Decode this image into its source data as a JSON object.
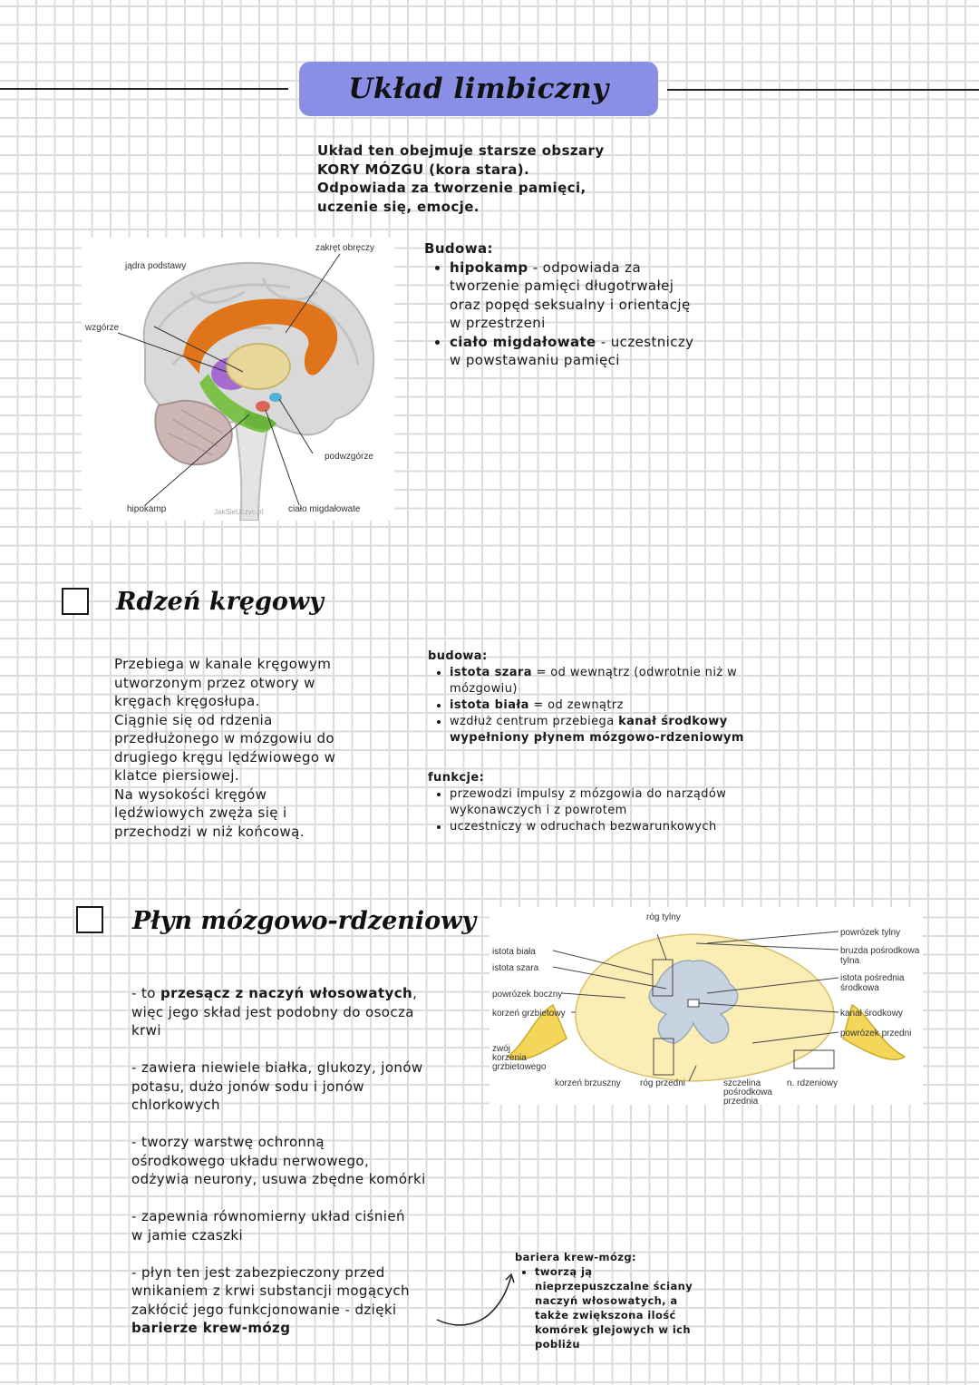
{
  "limbic": {
    "title": "Układ limbiczny",
    "intro_lines": [
      "Układ ten obejmuje starsze obszary",
      "KORY MÓZGU (kora stara).",
      "Odpowiada za tworzenie pamięci,",
      "uczenie się, emocje."
    ],
    "structure_heading": "Budowa:",
    "items": [
      {
        "term": "hipokamp",
        "rest_lines": [
          " - odpowiada za",
          "tworzenie pamięci długotrwałej",
          "oraz popęd seksualny i orientację",
          "w przestrzeni"
        ]
      },
      {
        "term": "ciało migdałowate",
        "rest_lines": [
          " - uczestniczy",
          "w powstawaniu pamięci"
        ]
      }
    ],
    "figure_labels": {
      "jadra": "jądra podstawy",
      "zakret": "zakręt obręczy",
      "wzgorze": "wzgórze",
      "podwzgorze": "podwzgórze",
      "hipokamp": "hipokamp",
      "cialo": "ciało migdałowate",
      "watermark": "JakSieUczyc.pl"
    }
  },
  "spinal": {
    "title": "Rdzeń kręgowy",
    "description_lines": [
      "Przebiega w kanale kręgowym",
      "utworzonym przez otwory w",
      "kręgach kręgosłupa.",
      "Ciągnie się od rdzenia",
      "przedłużonego w mózgowiu do",
      "drugiego kręgu lędźwiowego w",
      "klatce piersiowej.",
      "Na wysokości kręgów",
      "lędźwiowych zwęża się i",
      "przechodzi w niż końcową."
    ],
    "structure_heading": "budowa:",
    "structure_items": [
      {
        "bold": "istota szara",
        "lines": [
          " = od wewnątrz (odwrotnie niż w",
          "mózgowiu)"
        ]
      },
      {
        "bold": "istota biała",
        "lines": [
          " = od zewnątrz"
        ]
      },
      {
        "prefix": "wzdłuż centrum przebiega ",
        "bold_lines": [
          "kanał środkowy",
          "wypełniony płynem mózgowo-rdzeniowym"
        ]
      }
    ],
    "functions_heading": "funkcje:",
    "function_items": [
      [
        "przewodzi impulsy z mózgowia do narządów",
        "wykonawczych i z powrotem"
      ],
      [
        "uczestniczy w odruchach bezwarunkowych"
      ]
    ]
  },
  "csf": {
    "title": "Płyn mózgowo-rdzeniowy",
    "point1": {
      "pre": " - to ",
      "bold": "przesącz z naczyń włosowatych",
      "post": ",",
      "lines": [
        "więc jego skład jest podobny do osocza",
        "krwi"
      ]
    },
    "point2_lines": [
      " - zawiera niewiele białka, glukozy, jonów",
      "potasu, dużo jonów sodu i jonów",
      "chlorkowych"
    ],
    "point3_lines": [
      " - tworzy warstwę ochronną",
      "ośrodkowego układu nerwowego,",
      "odżywia neurony, usuwa zbędne komórki"
    ],
    "point4_lines": [
      " - zapewnia równomierny układ ciśnień",
      "w jamie czaszki"
    ],
    "point5_lines": [
      " - płyn ten jest zabezpieczony przed",
      "wnikaniem z krwi substancji mogących",
      "zakłócić jego funkcjonowanie - dzięki"
    ],
    "point5_bold": "barierze krew-mózg",
    "barrier_heading": "bariera krew-mózg:",
    "barrier_lines": [
      "tworzą ją",
      "nieprzepuszczalne ściany",
      "naczyń włosowatych, a",
      "także zwiększona ilość",
      "komórek glejowych w ich",
      "pobliżu"
    ],
    "figure_labels": {
      "rog_tylny": "róg tylny",
      "powrozek_tylny": "powrózek tylny",
      "bruzda1": "bruzda pośrodkowa",
      "bruzda2": "tylna",
      "istota_posrednia1": "istota pośrednia",
      "istota_posrednia2": "środkowa",
      "kanal": "kanał środkowy",
      "powrozek_przedni": "powrózek przedni",
      "istota_biala": "istota biała",
      "istota_szara": "istota szara",
      "powrozek_boczny": "powrózek boczny",
      "korzen_grzbietowy": "korzeń grzbietowy",
      "zwoj1": "zwój",
      "zwoj2": "korzenia",
      "zwoj3": "grzbietowego",
      "korzen_brzuszny": "korzeń brzuszny",
      "rog_przedni": "róg przedni",
      "szczelina1": "szczelina",
      "szczelina2": "pośrodkowa",
      "szczelina3": "przednia",
      "n_rdzeniowy": "n. rdzeniowy"
    }
  }
}
